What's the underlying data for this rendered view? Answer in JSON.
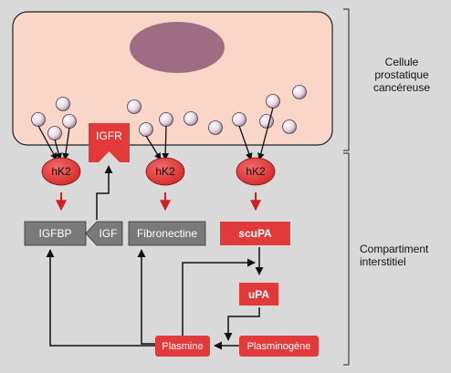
{
  "labels": {
    "cell": [
      "Cellule",
      "prostatique",
      "cancéreuse"
    ],
    "interstitial": [
      "Compartiment",
      "interstitiel"
    ],
    "hk2": "hK2",
    "igfr": "IGFR",
    "igfbp": "IGFBP",
    "igf": "IGF",
    "fibronectine": "Fibronectine",
    "scupa": "scuPA",
    "upa": "uPA",
    "plasmine": "Plasmine",
    "plasminogene": "Plasminogène"
  },
  "colors": {
    "background": "#d9d9d9",
    "cell_fill": "#fad6c9",
    "nucleus": "#9e6d84",
    "enzyme_red": "#e23a3a",
    "arrow_red": "#d02020",
    "box_gray": "#7a7a7a",
    "line": "#111111"
  }
}
